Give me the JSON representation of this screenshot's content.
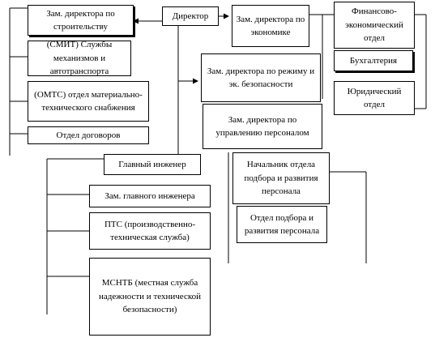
{
  "org_chart": {
    "director": "Директор",
    "deputy_construction": "Зам. директора по строительству",
    "smit": "(СМИТ) Службы механизмов и автотранспорта",
    "omts": "(ОМТС) отдел материально-технического снабжения",
    "contracts_dept": "Отдел договоров",
    "deputy_economics": "Зам. директора по экономике",
    "finance_dept": "Финансово-экономический отдел",
    "accounting": "Бухгалтерия",
    "legal_dept": "Юридический отдел",
    "deputy_security": "Зам. директора по режиму и эк. безопасности",
    "deputy_hr": "Зам. директора по управлению персоналом",
    "chief_engineer": "Главный инженер",
    "deputy_chief_engineer": "Зам. главного инженера",
    "pts": "ПТС (производственно-техническая  служба)",
    "msntb": "МСНТБ (местная служба надежности  и технической безопасности)",
    "head_recruitment": "Начальник отдела подбора и развития персонала",
    "recruitment_dept": "Отдел подбора и развития персонала"
  }
}
